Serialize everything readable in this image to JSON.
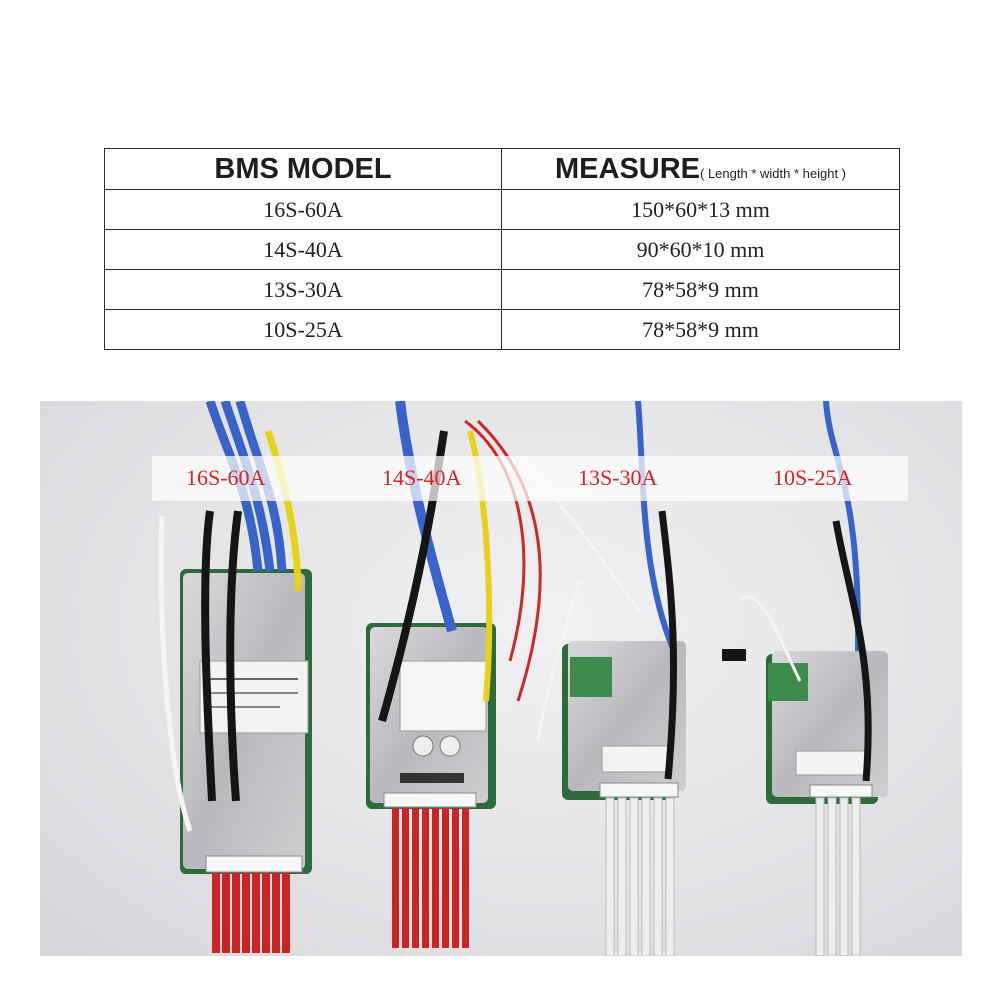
{
  "table": {
    "header_model": "BMS MODEL",
    "header_measure": "MEASURE",
    "header_measure_note": "( Length * width * height )",
    "rows": [
      {
        "model": "16S-60A",
        "measure": "150*60*13 mm"
      },
      {
        "model": "14S-40A",
        "measure": "90*60*10 mm"
      },
      {
        "model": "13S-30A",
        "measure": "78*58*9 mm"
      },
      {
        "model": "10S-25A",
        "measure": "78*58*9 mm"
      }
    ]
  },
  "photo": {
    "labels": [
      "16S-60A",
      "14S-40A",
      "13S-30A",
      "10S-25A"
    ],
    "label_color": "#e02020",
    "wire_colors": {
      "blue": "#3a63c9",
      "black": "#151515",
      "yellow": "#e6d21a",
      "red": "#cc2a2a",
      "white": "#f4f4f4"
    }
  }
}
